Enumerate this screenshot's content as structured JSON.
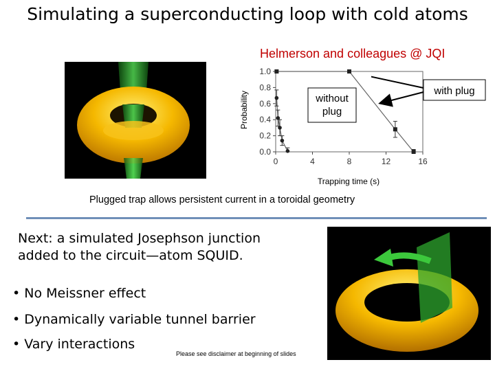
{
  "slide": {
    "title": "Simulating a superconducting loop with cold atoms",
    "credit": "Helmerson and colleagues @ JQI",
    "caption": "Plugged trap allows persistent current in a toroidal geometry",
    "next_line1": "Next:  a simulated Josephson junction",
    "next_line2": "added to the circuit—atom SQUID.",
    "bullets": [
      "• No Meissner effect",
      "• Dynamically variable tunnel barrier",
      "• Vary interactions"
    ],
    "disclaimer": "Please see disclaimer at beginning of slides"
  },
  "chart_data": {
    "type": "scatter",
    "xlabel": "Trapping time (s)",
    "ylabel": "Probability",
    "xlim": [
      0,
      16
    ],
    "ylim": [
      0,
      1.0
    ],
    "xticks": [
      "0",
      "4",
      "8",
      "12",
      "16"
    ],
    "yticks": [
      "0.0",
      "0.2",
      "0.4",
      "0.6",
      "0.8",
      "1.0"
    ],
    "annotations": {
      "without_plug_line1": "without",
      "without_plug_line2": "plug",
      "with_plug": "with plug"
    },
    "series": [
      {
        "marker": "circle",
        "x": [
          0.1,
          0.25,
          0.45,
          0.7,
          1.3
        ],
        "y": [
          0.67,
          0.42,
          0.3,
          0.14,
          0.01
        ],
        "err": [
          0.1,
          0.1,
          0.1,
          0.06,
          0.04
        ]
      },
      {
        "marker": "square",
        "x": [
          0.1,
          8,
          13,
          15
        ],
        "y": [
          1.0,
          1.0,
          0.28,
          0.0
        ],
        "err": [
          0.0,
          0.0,
          0.1,
          0.03
        ]
      }
    ]
  },
  "colors": {
    "credit": "#c00000",
    "rule": "#6f8fb8",
    "torus": "#f0b000",
    "beam": "#2ea52e"
  }
}
